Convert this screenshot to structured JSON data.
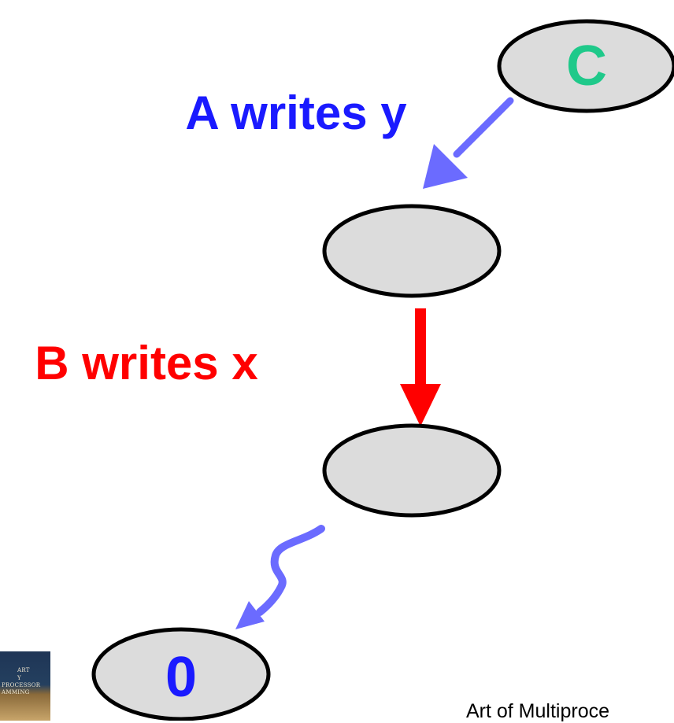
{
  "nodes": {
    "top": {
      "label": "C",
      "label_color": "#1fc98a"
    },
    "middle": {
      "label": ""
    },
    "lower": {
      "label": ""
    },
    "bottom": {
      "label": "0",
      "label_color": "#1a1aff"
    }
  },
  "edges": {
    "a_writes_y": {
      "label": "A writes y",
      "color": "#1a1aff",
      "arrow_color": "#6b6bff"
    },
    "b_writes_x": {
      "label": "B writes x",
      "color": "#ff0000",
      "arrow_color": "#ff0000"
    },
    "to_zero": {
      "arrow_color": "#6b6bff",
      "style": "squiggly"
    }
  },
  "node_fill": "#dcdcdc",
  "footer": {
    "text": "Art of Multiproce"
  },
  "book_cover": {
    "lines": [
      "ART",
      "Y",
      "PROCESSOR",
      "AMMING"
    ]
  }
}
